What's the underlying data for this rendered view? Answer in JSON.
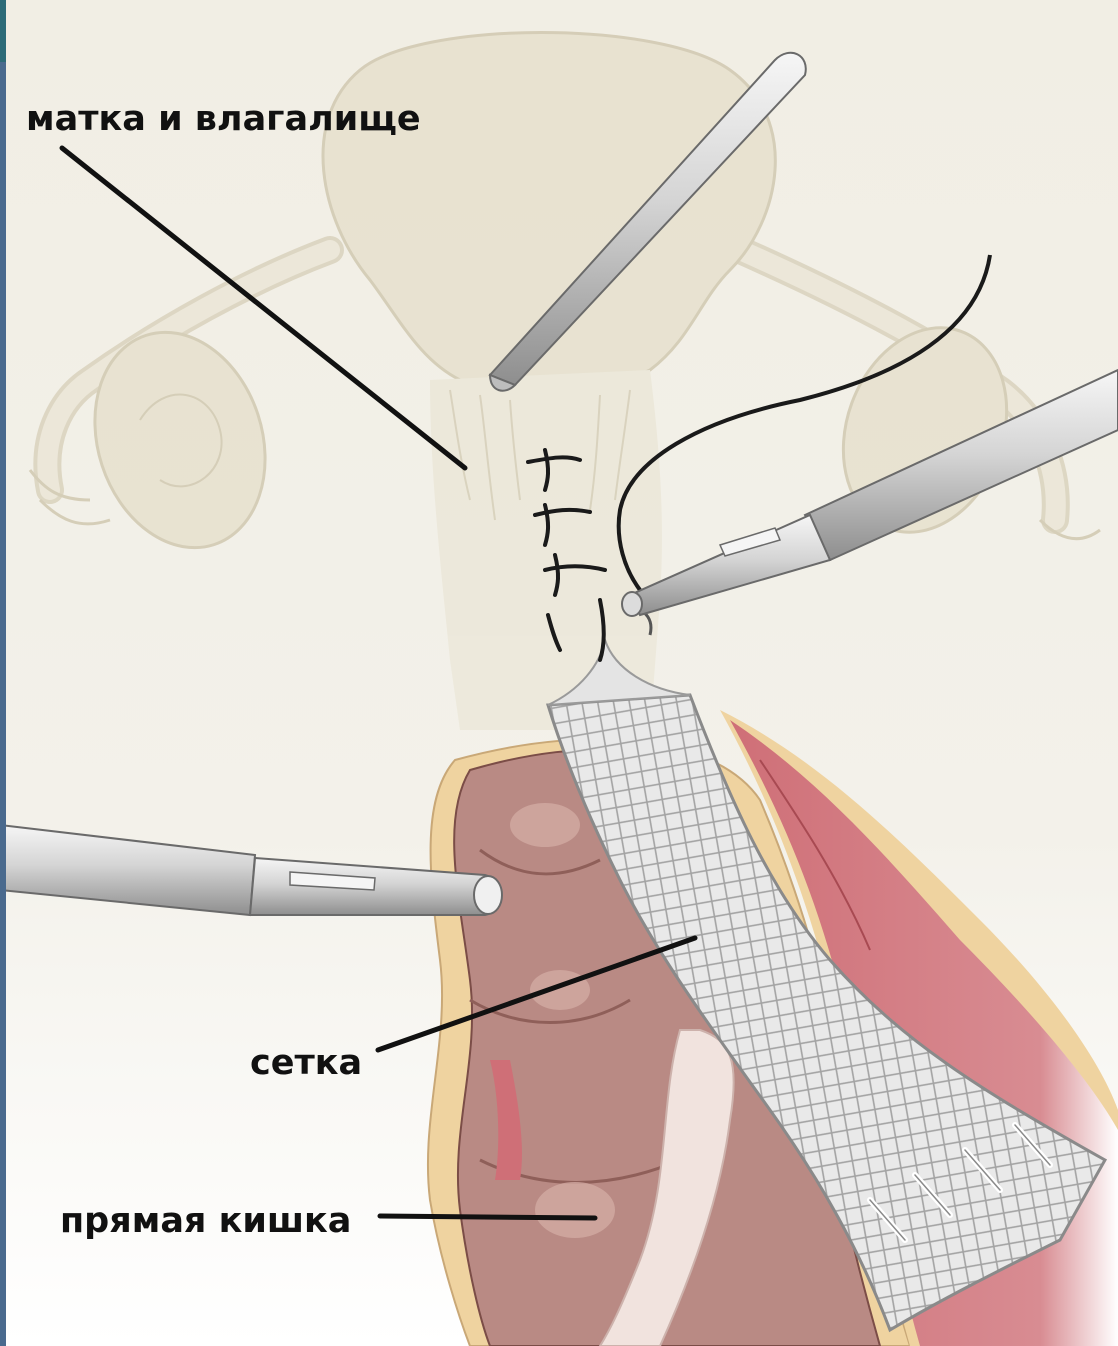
{
  "labels": {
    "uterus_vagina": "матка и влагалище",
    "mesh": "сетка",
    "rectum": "прямая кишка"
  },
  "colors": {
    "background_top": "#f1eee4",
    "background_bottom": "#ffffff",
    "uterus_fill": "#e6e0cc",
    "uterus_outline": "#cfc6ad",
    "rectum_fill": "#b98a84",
    "rectum_dark": "#8f5f59",
    "rectum_highlight": "#d2aaa3",
    "fat_layer": "#efd3a0",
    "red_wall": "#cf6f77",
    "mesh_fill": "#e8e8e8",
    "mesh_line": "#9a9a9a",
    "instrument_light": "#e2e2e2",
    "instrument_dark": "#9a9a9a",
    "suture": "#1a1a1a",
    "leader_line": "#111111"
  },
  "icons": [
    "laparoscopic-grasper-icon",
    "needle-holder-icon",
    "suture-needle-icon",
    "surgical-mesh-icon"
  ]
}
